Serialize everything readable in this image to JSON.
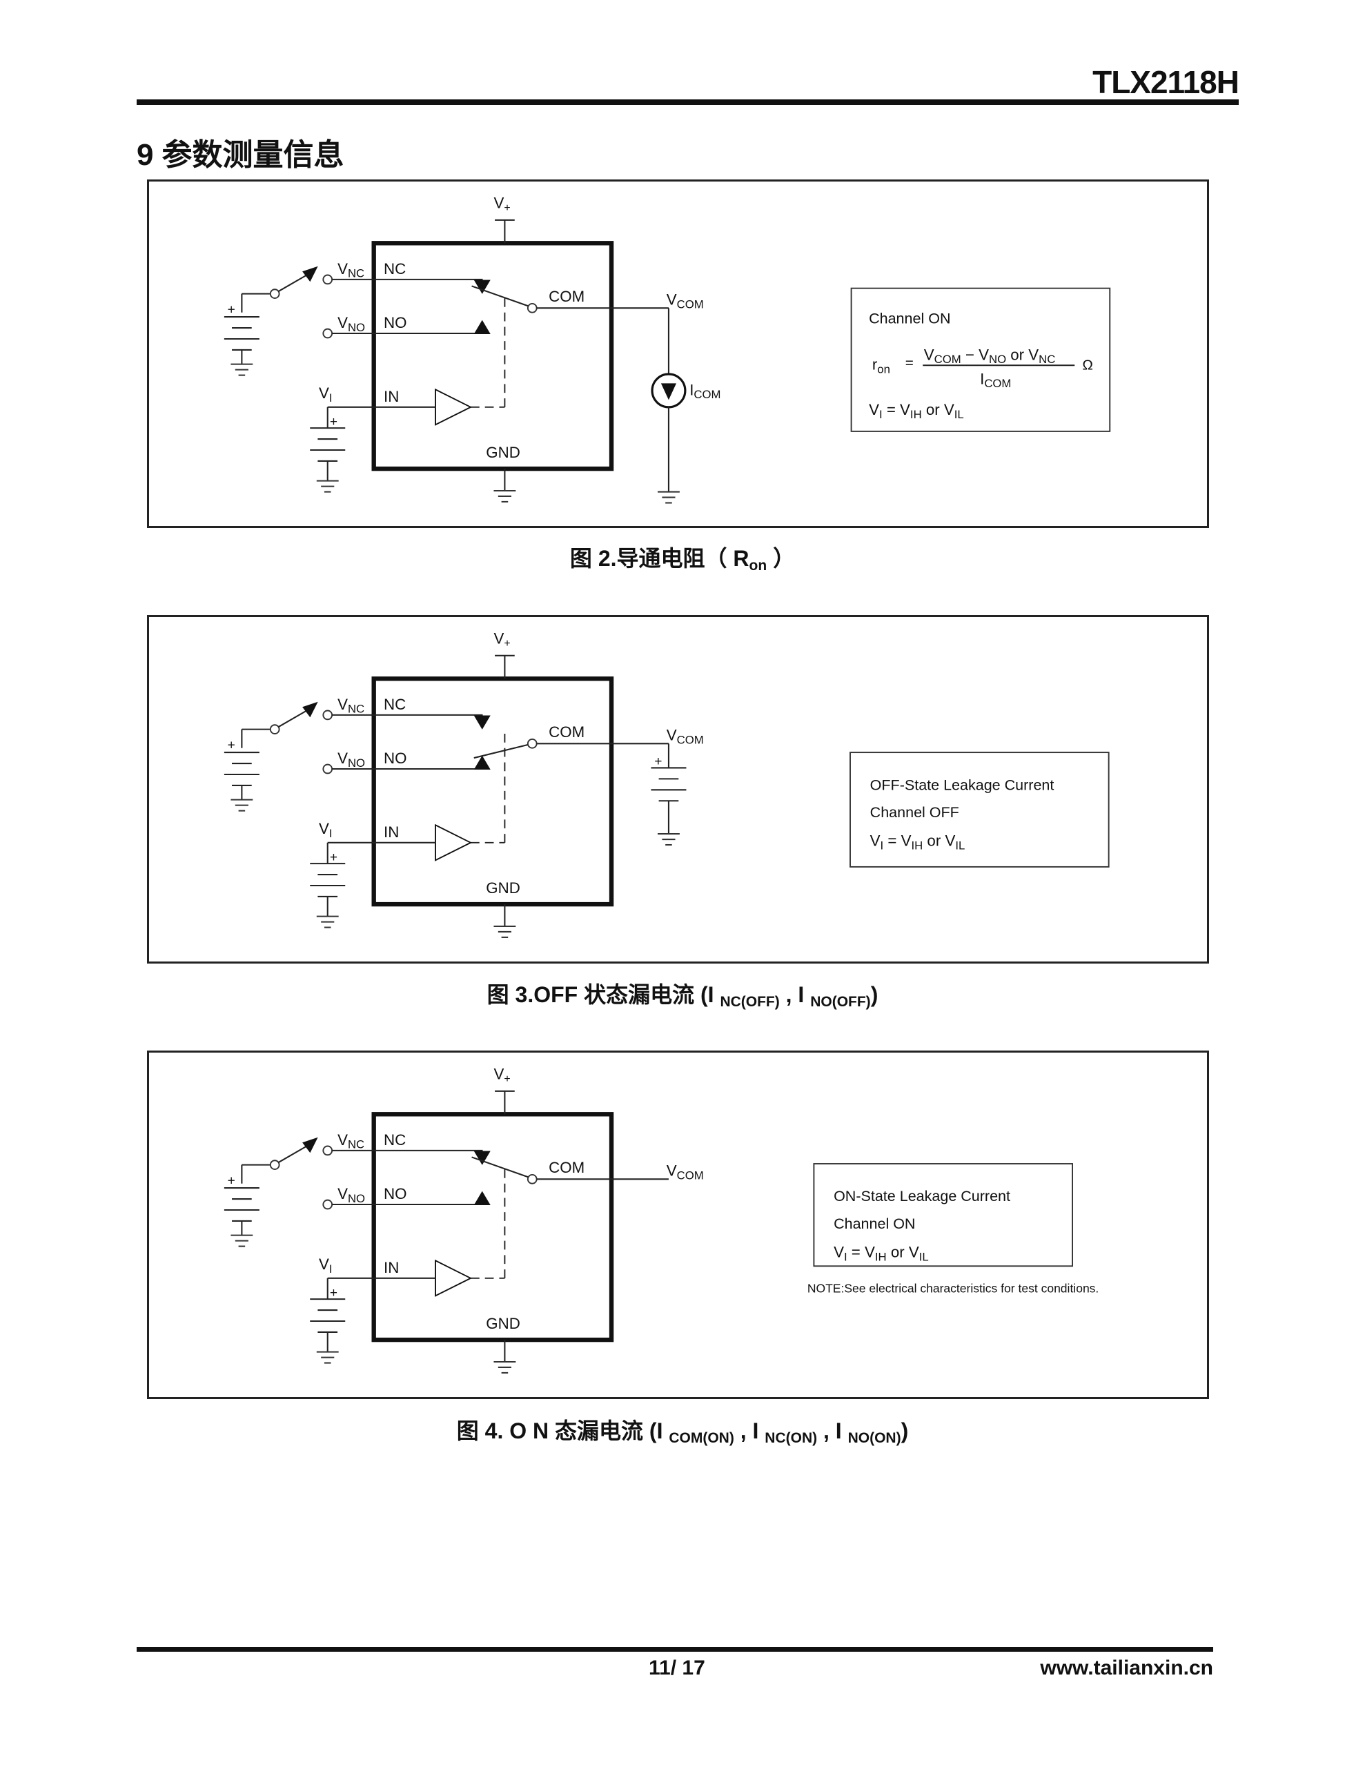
{
  "header": {
    "doc_title": "TLX2118H"
  },
  "section": {
    "number": "9",
    "title": "参数测量信息"
  },
  "labels": {
    "v_plus": "V",
    "v_plus_sub": "+",
    "v": "V",
    "nc_sub": "NC",
    "no_sub": "NO",
    "i_sub": "I",
    "com_sub": "COM",
    "nc": "NC",
    "no": "NO",
    "com": "COM",
    "in": "IN",
    "gnd": "GND",
    "i": "I",
    "plus": "+"
  },
  "figures": [
    {
      "caption_prefix": "图 2.导通电阻（ R",
      "caption_sub": "on",
      "caption_suffix": " ）",
      "switch_position": "NC",
      "com_load": "current-source",
      "box": {
        "line1": "Channel ON",
        "formula_lhs": "r",
        "formula_lhs_sub": "on",
        "formula_eq": "=",
        "formula_num": "V_COM − V_NO or V_NC",
        "formula_den": "I_COM",
        "formula_unit": "Ω",
        "line3_parts": [
          "V",
          "I",
          " = V",
          "IH",
          " or V",
          "IL"
        ]
      }
    },
    {
      "caption_prefix": "图 3.OFF 状态漏电流 (I ",
      "caption_sub1": "NC(OFF)",
      "caption_mid": " , I ",
      "caption_sub2": "NO(OFF)",
      "caption_suffix": ")",
      "switch_position": "NO",
      "com_load": "battery",
      "box": {
        "line1": "OFF-State Leakage Current",
        "line2": "Channel OFF",
        "line3_parts": [
          "V",
          "I",
          " = V",
          "IH",
          " or V",
          "IL"
        ]
      }
    },
    {
      "caption_prefix": "图 4. O N 态漏电流 (I ",
      "caption_sub1": "COM(ON)",
      "caption_mid1": " , I ",
      "caption_sub2": "NC(ON)",
      "caption_mid2": " , I ",
      "caption_sub3": "NO(ON)",
      "caption_suffix": ")",
      "switch_position": "NC",
      "com_load": "open",
      "box": {
        "line1": "ON-State Leakage Current",
        "line2": "Channel ON",
        "line3_parts": [
          "V",
          "I",
          " = V",
          "IH",
          " or V",
          "IL"
        ]
      },
      "note": "NOTE:See electrical characteristics for test conditions."
    }
  ],
  "footer": {
    "page": "11/ 17",
    "website": "www.tailianxin.cn"
  }
}
